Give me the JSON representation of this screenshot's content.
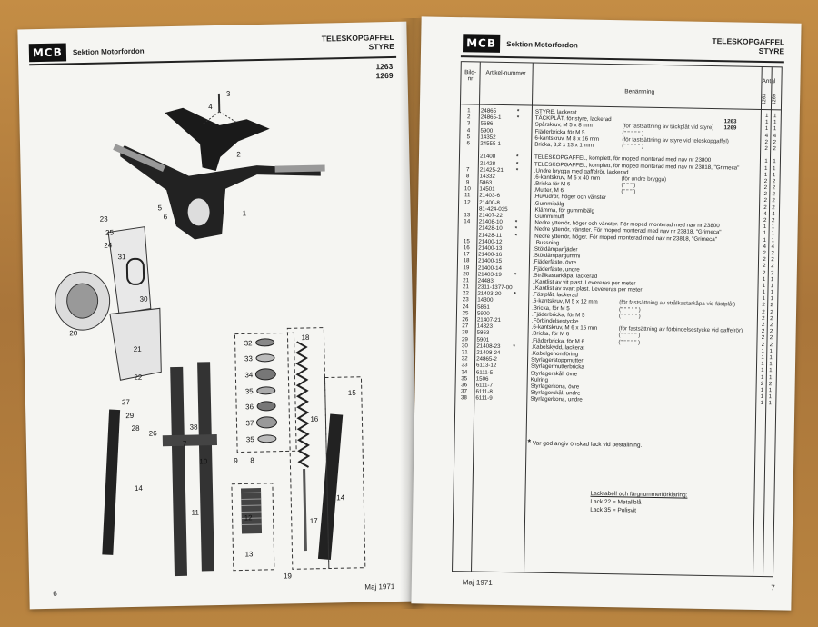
{
  "left_page": {
    "logo": "MCB",
    "section": "Sektion Motorfordon",
    "title_line1": "TELESKOPGAFFEL",
    "title_line2": "STYRE",
    "model_1": "1263",
    "model_2": "1269",
    "page_number": "6",
    "date": "Maj 1971",
    "callouts": [
      "1",
      "2",
      "3",
      "4",
      "5",
      "6",
      "10",
      "11",
      "12",
      "13",
      "14",
      "15",
      "16",
      "17",
      "18",
      "19",
      "20",
      "21",
      "22",
      "23",
      "24",
      "25",
      "26",
      "27",
      "28",
      "29",
      "30",
      "31",
      "32",
      "33",
      "34",
      "35",
      "36",
      "37",
      "38",
      "7",
      "8",
      "9"
    ]
  },
  "right_page": {
    "logo": "MCB",
    "section": "Sektion Motorfordon",
    "title_line1": "TELESKOPGAFFEL",
    "title_line2": "STYRE",
    "header": {
      "bild_nr": "Bild-nr",
      "artikel_nummer": "Artikel-nummer",
      "benamning": "Benämning",
      "antal": "Antal",
      "col_1263": "1263",
      "col_1269": "1269"
    },
    "rows": [
      {
        "nr": "1",
        "art": "24865",
        "star": "*",
        "name": "STYRE, lackerat",
        "note": "",
        "tag": "",
        "q1": "1",
        "q2": "1"
      },
      {
        "nr": "2",
        "art": "24865-1",
        "star": "*",
        "name": "TÄCKPLÅT, för styre, lackerad",
        "note": "",
        "tag": "1263",
        "q1": "1",
        "q2": "1"
      },
      {
        "nr": "3",
        "art": "5686",
        "star": "",
        "name": "Spårskruv, M 5 x 8 mm",
        "note": "(för fastsättning av täckplåt vid styre)",
        "tag": "1269",
        "q1": "1",
        "q2": "1"
      },
      {
        "nr": "4",
        "art": "5900",
        "star": "",
        "name": "Fjäderbricka för M 5",
        "note": "(\"   \"   \"   \"   \"   )",
        "tag": "",
        "q1": "4",
        "q2": "4"
      },
      {
        "nr": "5",
        "art": "14352",
        "star": "",
        "name": "6-kantskruv, M 8 x 16 mm",
        "note": "(för fastsättning av styre vid teleskopgaffel)",
        "tag": "",
        "q1": "2",
        "q2": "2"
      },
      {
        "nr": "6",
        "art": "24555-1",
        "star": "",
        "name": "Bricka, 8,2 x 13 x 1 mm",
        "note": "(\"   \"   \"   \"   \"   )",
        "tag": "",
        "q1": "2",
        "q2": "2"
      },
      {
        "nr": "",
        "art": "",
        "star": "",
        "name": "",
        "note": "",
        "tag": "",
        "q1": "",
        "q2": ""
      },
      {
        "nr": "",
        "art": "21408",
        "star": "*",
        "name": "TELESKOPGAFFEL, komplett, för moped monterad med nav nr 23800",
        "note": "",
        "tag": "",
        "q1": "1",
        "q2": "1"
      },
      {
        "nr": "",
        "art": "21428",
        "star": "*",
        "name": "TELESKOPGAFFEL, komplett, för moped monterad med nav nr 23818, \"Grimeca\"",
        "note": "",
        "tag": "",
        "q1": "1",
        "q2": "1"
      },
      {
        "nr": "7",
        "art": "21425-21",
        "star": "*",
        "name": ".Undre brygga med gaffelrör, lackerad",
        "note": "",
        "tag": "",
        "q1": "1",
        "q2": "1"
      },
      {
        "nr": "8",
        "art": "14332",
        "star": "",
        "name": ".6-kantskruv, M 6 x 40 mm",
        "note": "(för undre brygga)",
        "tag": "",
        "q1": "2",
        "q2": "2"
      },
      {
        "nr": "9",
        "art": "5863",
        "star": "",
        "name": ".Bricka för M 6",
        "note": "(\"   \"   \"   )",
        "tag": "",
        "q1": "2",
        "q2": "2"
      },
      {
        "nr": "10",
        "art": "14501",
        "star": "",
        "name": ".Mutter, M 6",
        "note": "(\"   \"   \"   )",
        "tag": "",
        "q1": "2",
        "q2": "2"
      },
      {
        "nr": "11",
        "art": "21403-6",
        "star": "",
        "name": ".Huvudrör, höger och vänster",
        "note": "",
        "tag": "",
        "q1": "2",
        "q2": "2"
      },
      {
        "nr": "12",
        "art": "21400-8",
        "star": "",
        "name": ".Gummibälg",
        "note": "",
        "tag": "",
        "q1": "2",
        "q2": "2"
      },
      {
        "nr": "",
        "art": "81-424-035",
        "star": "",
        "name": ".Klämma, för gummibälg",
        "note": "",
        "tag": "",
        "q1": "4",
        "q2": "4"
      },
      {
        "nr": "13",
        "art": "21407-22",
        "star": "",
        "name": ".Gummimuff",
        "note": "",
        "tag": "",
        "q1": "2",
        "q2": "2"
      },
      {
        "nr": "14",
        "art": "21408-10",
        "star": "*",
        "name": ".Nedre ytterrör, höger och vänster. För moped monterad med nav nr 23800",
        "note": "",
        "tag": "",
        "q1": "1",
        "q2": "1"
      },
      {
        "nr": "",
        "art": "21428-10",
        "star": "*",
        "name": ".Nedre ytterrör, vänster. För moped monterad med nav nr 23818, \"Grimeca\"",
        "note": "",
        "tag": "",
        "q1": "1",
        "q2": "1"
      },
      {
        "nr": "",
        "art": "21428-11",
        "star": "*",
        "name": ".Nedre ytterrör, höger. För moped monterad med nav nr 23818, \"Grimeca\"",
        "note": "",
        "tag": "",
        "q1": "1",
        "q2": "1"
      },
      {
        "nr": "15",
        "art": "21400-12",
        "star": "",
        "name": "..Bussning",
        "note": "",
        "tag": "",
        "q1": "4",
        "q2": "4"
      },
      {
        "nr": "16",
        "art": "21400-13",
        "star": "",
        "name": ".Stötdämparfjäder",
        "note": "",
        "tag": "",
        "q1": "2",
        "q2": "2"
      },
      {
        "nr": "17",
        "art": "21400-16",
        "star": "",
        "name": ".Stötdämpargummi",
        "note": "",
        "tag": "",
        "q1": "2",
        "q2": "2"
      },
      {
        "nr": "18",
        "art": "21400-15",
        "star": "",
        "name": ".Fjäderfäste, övre",
        "note": "",
        "tag": "",
        "q1": "2",
        "q2": "2"
      },
      {
        "nr": "19",
        "art": "21400-14",
        "star": "",
        "name": ".Fjäderfäste, undre",
        "note": "",
        "tag": "",
        "q1": "2",
        "q2": "2"
      },
      {
        "nr": "20",
        "art": "21403-19",
        "star": "*",
        "name": ".Strålkastarkåpa, lackerad",
        "note": "",
        "tag": "",
        "q1": "1",
        "q2": "1"
      },
      {
        "nr": "21",
        "art": "24483",
        "star": "",
        "name": "..Kantlist av vit plast. Levereras per meter",
        "note": "",
        "tag": "",
        "q1": "1",
        "q2": "1"
      },
      {
        "nr": "21",
        "art": "2311-1377-00",
        "star": "",
        "name": "..Kantlist av svart plast. Levereras per meter",
        "note": "",
        "tag": "",
        "q1": "1",
        "q2": "1"
      },
      {
        "nr": "22",
        "art": "21403-20",
        "star": "*",
        "name": ".Fästplåt, lackerad",
        "note": "",
        "tag": "",
        "q1": "1",
        "q2": "1"
      },
      {
        "nr": "23",
        "art": "14300",
        "star": "",
        "name": ".6-kantskruv, M 5 x 12 mm",
        "note": "(för fastsättning av strålkastarkåpa vid fästplåt)",
        "tag": "",
        "q1": "2",
        "q2": "2"
      },
      {
        "nr": "24",
        "art": "5861",
        "star": "",
        "name": ".Bricka, för M 5",
        "note": "(\"   \"   \"   \"   \"   )",
        "tag": "",
        "q1": "2",
        "q2": "2"
      },
      {
        "nr": "25",
        "art": "5900",
        "star": "",
        "name": ".Fjäderbricka, för M 5",
        "note": "(\"   \"   \"   \"   \"   )",
        "tag": "",
        "q1": "2",
        "q2": "2"
      },
      {
        "nr": "26",
        "art": "21407-21",
        "star": "",
        "name": ".Förbindelsestycke",
        "note": "",
        "tag": "",
        "q1": "2",
        "q2": "2"
      },
      {
        "nr": "27",
        "art": "14323",
        "star": "",
        "name": ".6-kantskruv, M 6 x 16 mm",
        "note": "(för fastsättning av förbindelsestycke vid gaffelrör)",
        "tag": "",
        "q1": "2",
        "q2": "2"
      },
      {
        "nr": "28",
        "art": "5863",
        "star": "",
        "name": ".Bricka, för M 6",
        "note": "(\"   \"   \"   \"   \"   )",
        "tag": "",
        "q1": "2",
        "q2": "2"
      },
      {
        "nr": "29",
        "art": "5901",
        "star": "",
        "name": ".Fjäderbricka, för M 6",
        "note": "(\"   \"   \"   \"   \"   )",
        "tag": "",
        "q1": "2",
        "q2": "2"
      },
      {
        "nr": "30",
        "art": "21408-23",
        "star": "*",
        "name": ".Kabelskydd, lackerat",
        "note": "",
        "tag": "",
        "q1": "1",
        "q2": "1"
      },
      {
        "nr": "31",
        "art": "21408-24",
        "star": "",
        "name": ".Kabelgenomföring",
        "note": "",
        "tag": "",
        "q1": "1",
        "q2": "1"
      },
      {
        "nr": "32",
        "art": "24865-2",
        "star": "",
        "name": "Styrlagerstoppmutter",
        "note": "",
        "tag": "",
        "q1": "1",
        "q2": "1"
      },
      {
        "nr": "33",
        "art": "6113-12",
        "star": "",
        "name": "Styrlagermutterbricka",
        "note": "",
        "tag": "",
        "q1": "1",
        "q2": "1"
      },
      {
        "nr": "34",
        "art": "6111-5",
        "star": "",
        "name": "Styrlagerskål, övre",
        "note": "",
        "tag": "",
        "q1": "1",
        "q2": "1"
      },
      {
        "nr": "35",
        "art": "1506",
        "star": "",
        "name": "Kulring",
        "note": "",
        "tag": "",
        "q1": "2",
        "q2": "2"
      },
      {
        "nr": "36",
        "art": "6111-7",
        "star": "",
        "name": "Styrlagerkona, övre",
        "note": "",
        "tag": "",
        "q1": "1",
        "q2": "1"
      },
      {
        "nr": "37",
        "art": "6111-8",
        "star": "",
        "name": "Styrlagerskål, undre",
        "note": "",
        "tag": "",
        "q1": "1",
        "q2": "1"
      },
      {
        "nr": "38",
        "art": "6111-9",
        "star": "",
        "name": "Styrlagerkona, undre",
        "note": "",
        "tag": "",
        "q1": "1",
        "q2": "1"
      }
    ],
    "footnote_star": "*",
    "footnote_text": "Var god angiv önskad lack vid beställning.",
    "lack_heading": "Lacktabell och färgnummerförklaring:",
    "lack_1": "Lack 22 = Metallblå",
    "lack_2": "Lack 35 = Polisvit",
    "page_number": "7",
    "date": "Maj 1971"
  }
}
